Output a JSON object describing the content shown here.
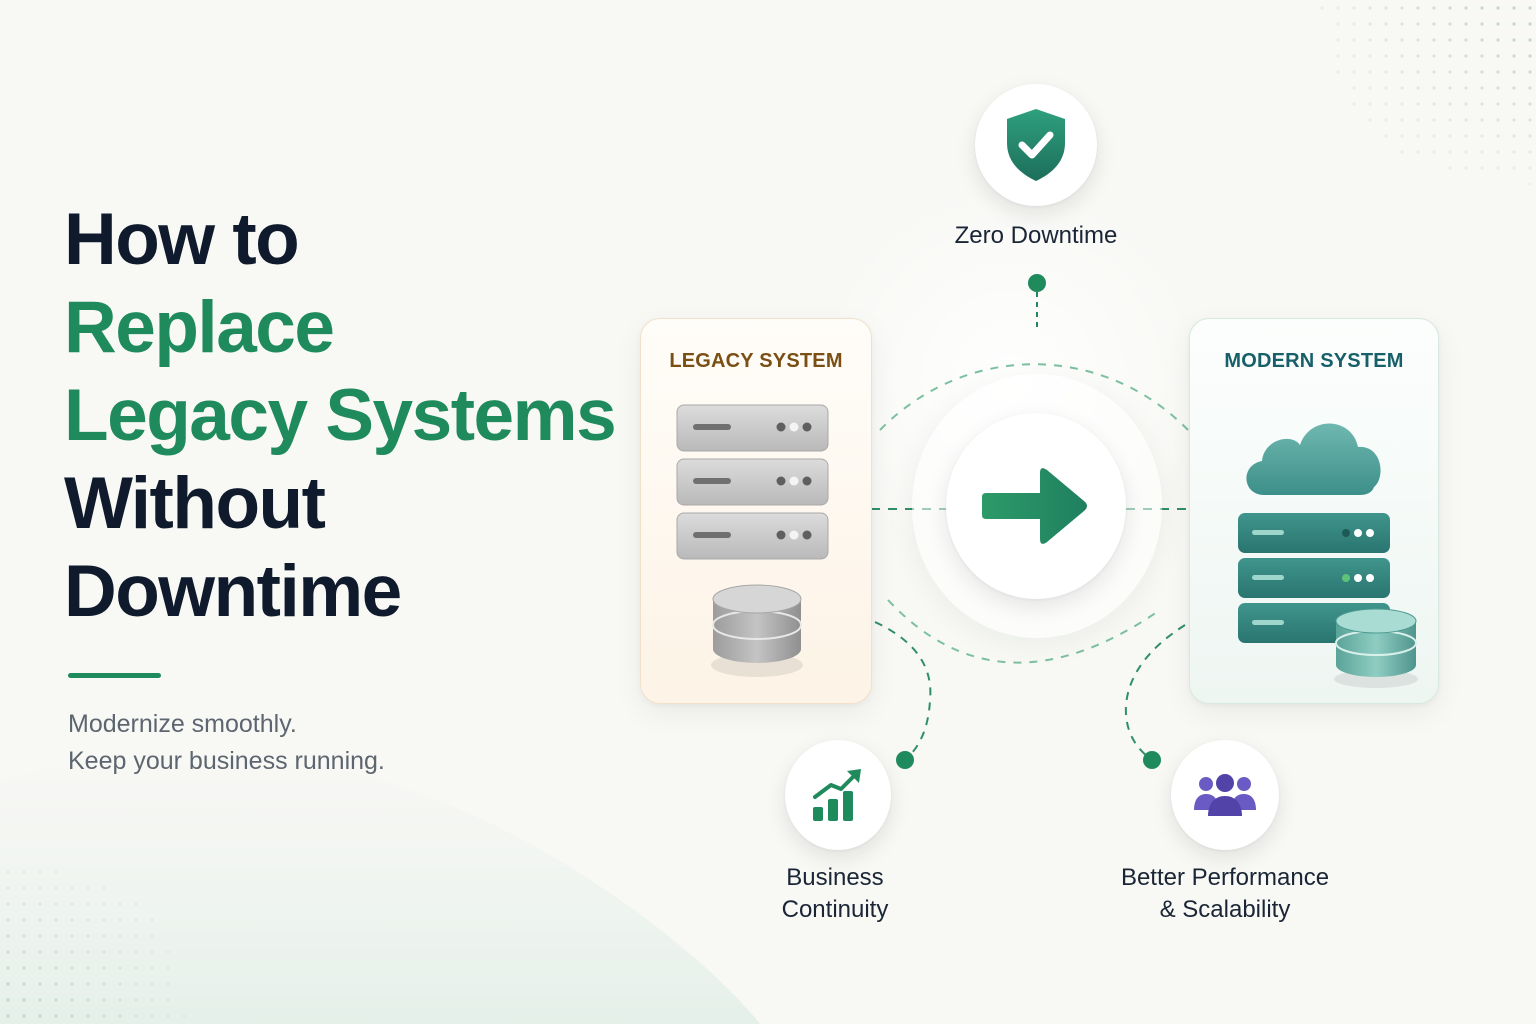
{
  "headline": {
    "line1": "How to",
    "line2": "Replace",
    "line3": "Legacy Systems",
    "line4": "Without",
    "line5": "Downtime"
  },
  "subtitle": {
    "line1": "Modernize smoothly.",
    "line2": "Keep your business running."
  },
  "legacy_card": {
    "title": "LEGACY SYSTEM"
  },
  "modern_card": {
    "title": "MODERN SYSTEM"
  },
  "nodes": {
    "top": {
      "label": "Zero Downtime",
      "icon": "shield-check-icon"
    },
    "bottom_left": {
      "label_line1": "Business",
      "label_line2": "Continuity",
      "icon": "growth-chart-icon"
    },
    "bottom_right": {
      "label_line1": "Better Performance",
      "label_line2": "& Scalability",
      "icon": "users-group-icon"
    }
  },
  "center": {
    "icon": "arrow-right-icon"
  },
  "colors": {
    "brand_green": "#1f8a5b",
    "teal": "#2f8f86",
    "dark_navy": "#0f1b2d",
    "legacy_brown": "#7a4f14",
    "purple": "#5b4bb0"
  }
}
